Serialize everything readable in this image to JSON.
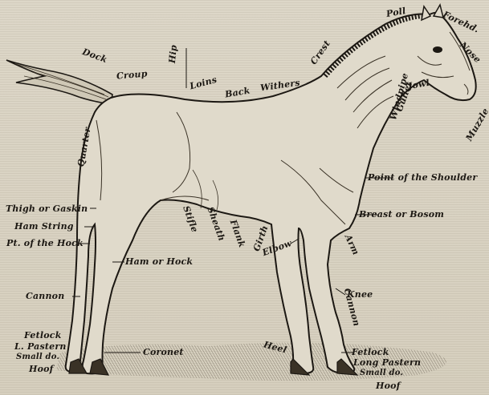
{
  "diagram": {
    "labels": {
      "poll": "Poll",
      "forehead": "Forehd.",
      "nose": "Nose",
      "jowl": "Jowl",
      "muzzle": "Muzzle",
      "windpipe": "Windpipe",
      "gullet": "Gullet",
      "crest": "Crest",
      "withers": "Withers",
      "back": "Back",
      "loins": "Loins",
      "hip": "Hip",
      "croup": "Croup",
      "dock": "Dock",
      "quarter": "Quarter",
      "point_of_shoulder": "Point of the Shoulder",
      "breast": "Breast or Bosom",
      "thigh": "Thigh or Gaskin",
      "ham_string": "Ham String",
      "point_of_hock": "Pt. of the Hock",
      "stifle": "Stifle",
      "sheath": "Sheath",
      "flank": "Flank",
      "girth": "Girth",
      "elbow": "Elbow",
      "arm": "Arm",
      "ham_or_hock": "Ham or Hock",
      "cannon_hind": "Cannon",
      "cannon_fore": "Cannon",
      "knee": "Knee",
      "fetlock_hind": "Fetlock",
      "l_pastern_hind": "L. Pastern",
      "small_do_hind": "Small do.",
      "hoof_hind": "Hoof",
      "coronet": "Coronet",
      "heel": "Heel",
      "fetlock_fore": "Fetlock",
      "long_pastern_fore": "Long Pastern",
      "small_do_fore": "Small do.",
      "hoof_fore": "Hoof"
    }
  }
}
